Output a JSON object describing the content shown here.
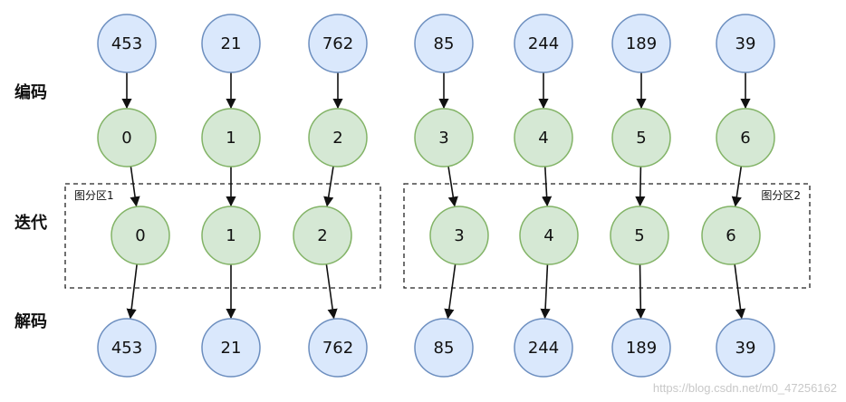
{
  "stages": {
    "encode": "编码",
    "iterate": "迭代",
    "decode": "解码"
  },
  "partitions": [
    {
      "label": "图分区1"
    },
    {
      "label": "图分区2"
    }
  ],
  "original_values": [
    "453",
    "21",
    "762",
    "85",
    "244",
    "189",
    "39"
  ],
  "encoded_ids": [
    "0",
    "1",
    "2",
    "3",
    "4",
    "5",
    "6"
  ],
  "iter_ids": [
    "0",
    "1",
    "2",
    "3",
    "4",
    "5",
    "6"
  ],
  "decoded_values": [
    "453",
    "21",
    "762",
    "85",
    "244",
    "189",
    "39"
  ],
  "watermark": "https://blog.csdn.net/m0_47256162",
  "colors": {
    "blue_fill": "#dae8fc",
    "blue_stroke": "#6c8ebf",
    "green_fill": "#d5e8d4",
    "green_stroke": "#82b366",
    "edge": "#111111"
  }
}
